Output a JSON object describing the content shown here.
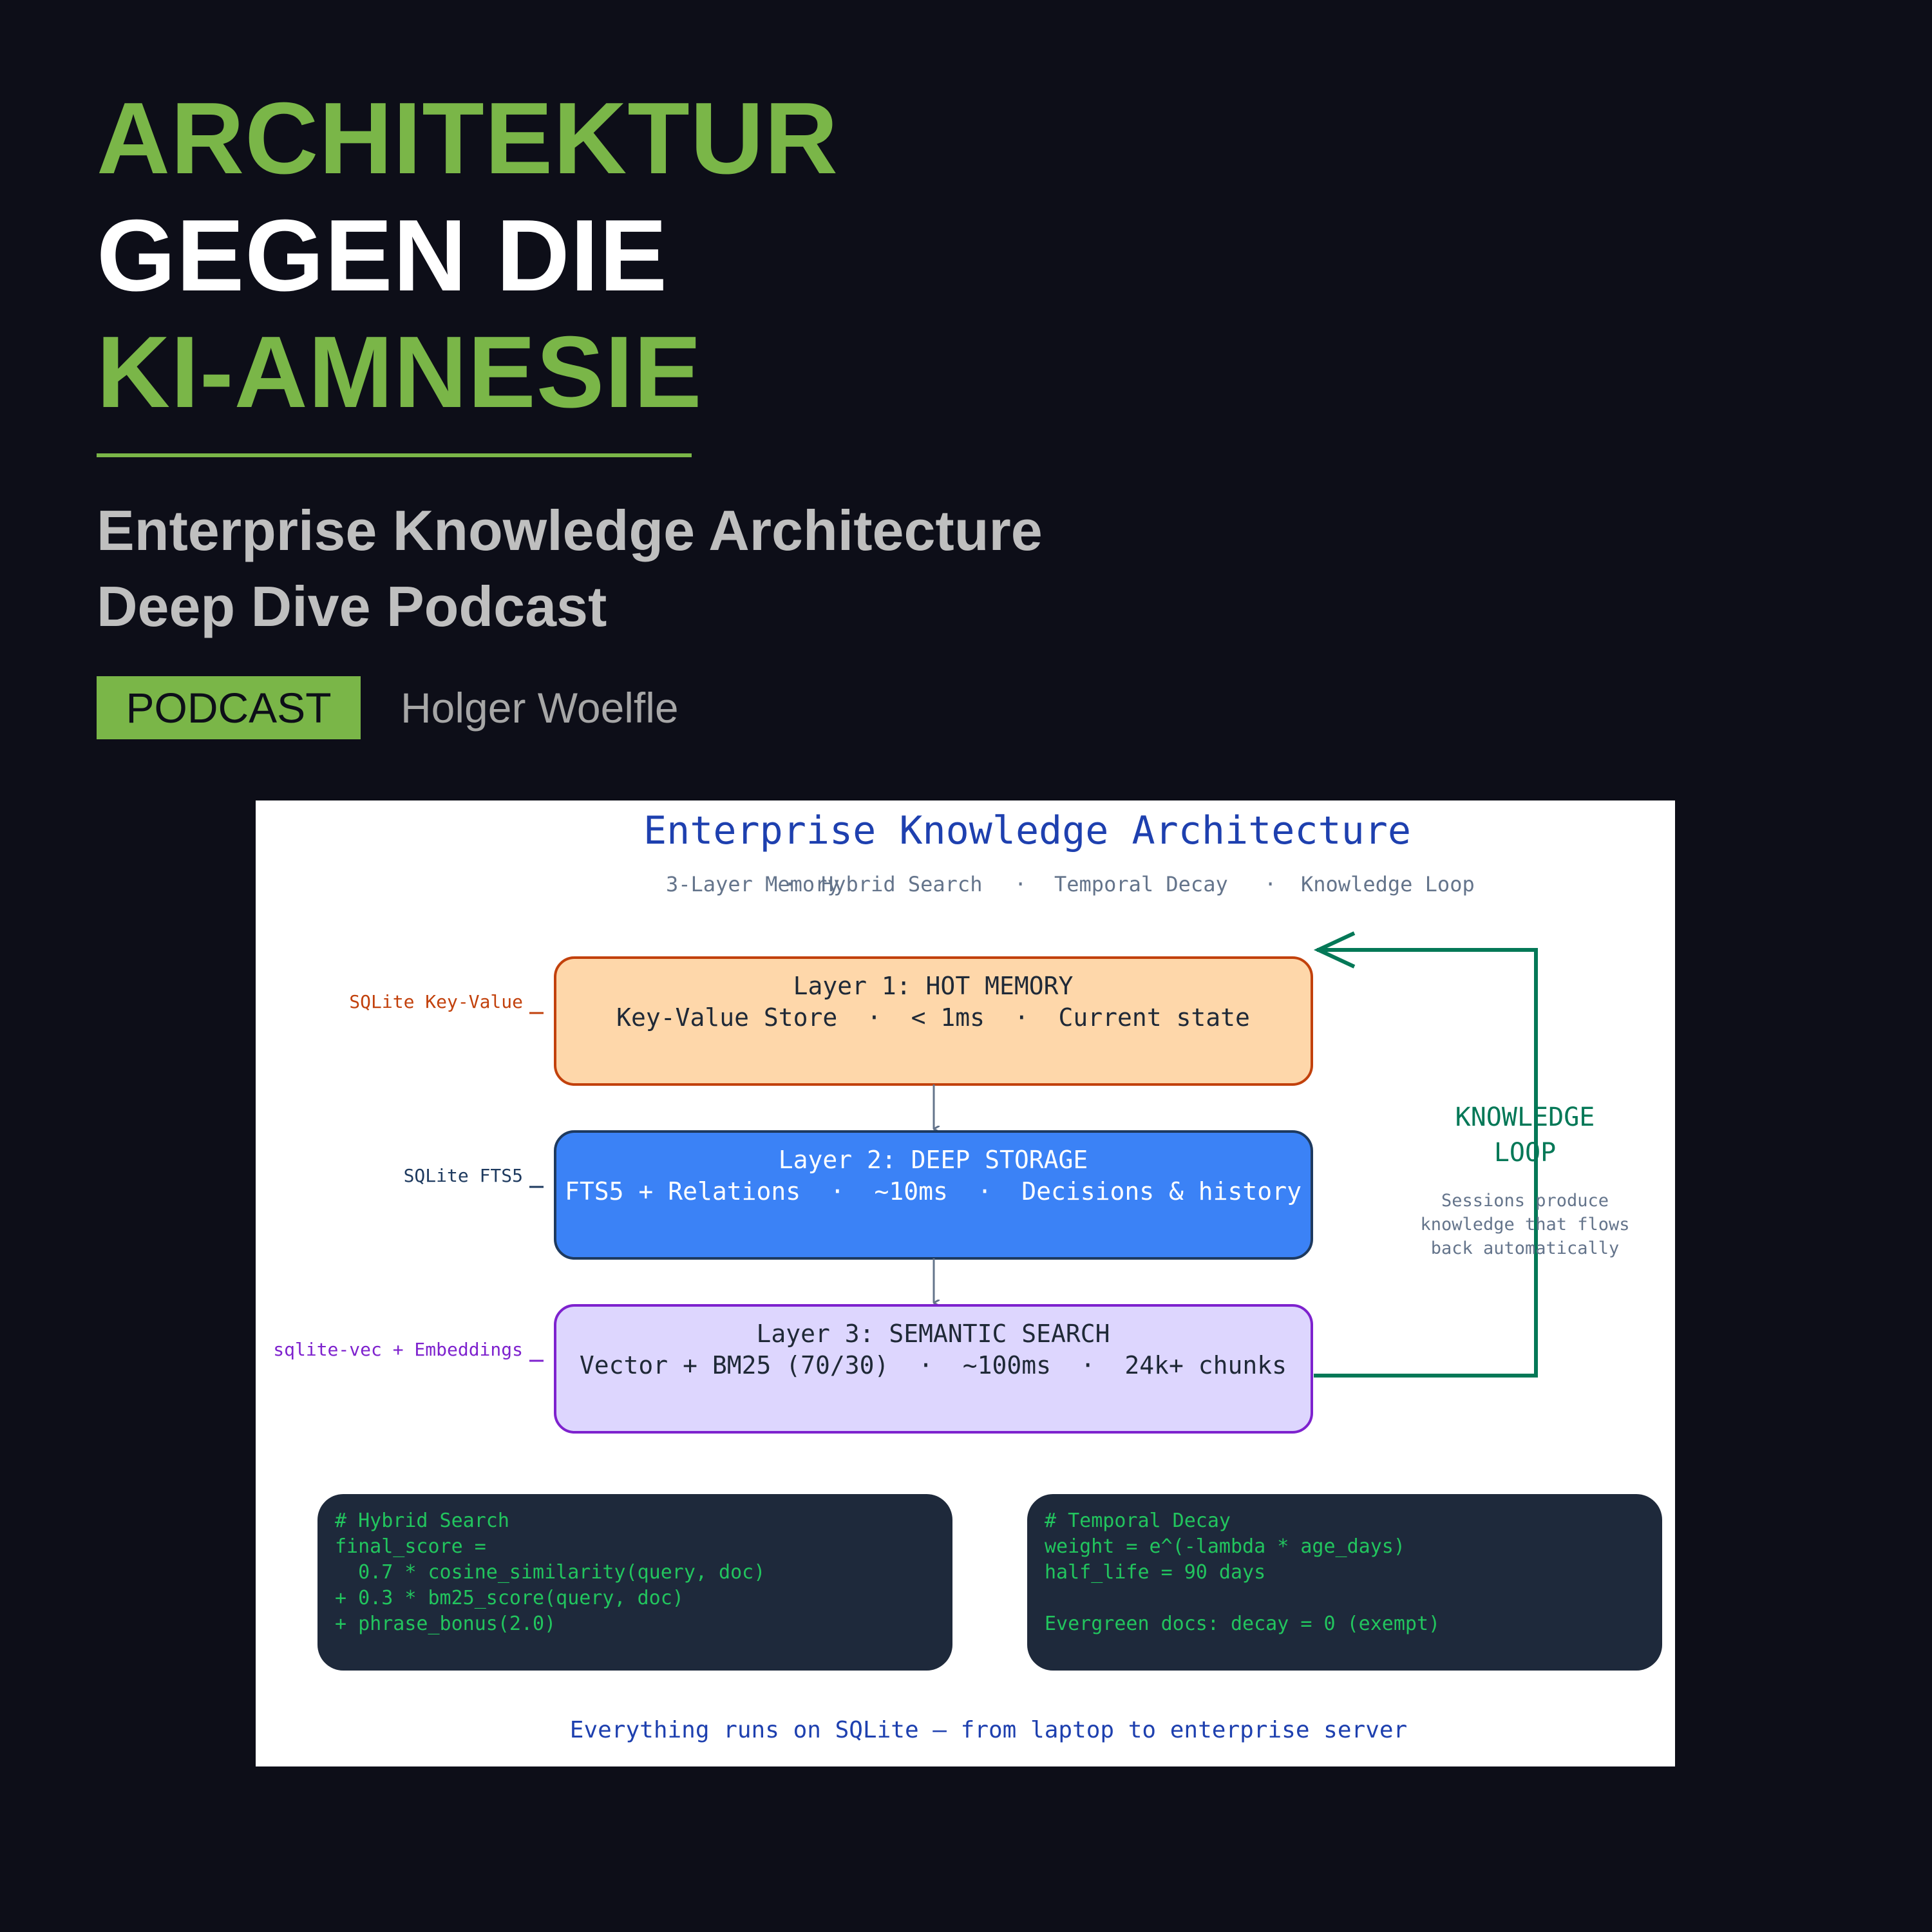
{
  "header": {
    "title_lines": [
      "ARCHITEKTUR",
      "GEGEN DIE",
      "KI-AMNESIE"
    ],
    "subtitle_lines": [
      "Enterprise Knowledge Architecture",
      "Deep Dive Podcast"
    ],
    "badge": "PODCAST",
    "author": "Holger Woelfle"
  },
  "diagram": {
    "title": "Enterprise Knowledge Architecture",
    "subtitle_items": [
      "3-Layer Memory",
      "Hybrid Search",
      "Temporal Decay",
      "Knowledge Loop"
    ],
    "separator": "·",
    "layers": [
      {
        "title": "Layer 1: HOT MEMORY",
        "detail": "Key-Value Store  ·  < 1ms  ·  Current state",
        "side_label": "SQLite Key-Value"
      },
      {
        "title": "Layer 2: DEEP STORAGE",
        "detail": "FTS5 + Relations  ·  ~10ms  ·  Decisions & history",
        "side_label": "SQLite FTS5"
      },
      {
        "title": "Layer 3: SEMANTIC SEARCH",
        "detail": "Vector + BM25 (70/30)  ·  ~100ms  ·  24k+ chunks",
        "side_label": "sqlite-vec + Embeddings"
      }
    ],
    "loop": {
      "title_lines": [
        "KNOWLEDGE",
        "LOOP"
      ],
      "desc_lines": [
        "Sessions produce",
        "knowledge that flows",
        "back automatically"
      ]
    },
    "code_boxes": [
      {
        "lines": [
          "# Hybrid Search",
          "final_score =",
          "  0.7 * cosine_similarity(query, doc)",
          "+ 0.3 * bm25_score(query, doc)",
          "+ phrase_bonus(2.0)"
        ]
      },
      {
        "lines": [
          "# Temporal Decay",
          "weight = e^(-lambda * age_days)",
          "half_life = 90 days",
          "",
          "Evergreen docs: decay = 0 (exempt)"
        ]
      }
    ],
    "footer": "Everything runs on SQLite — from laptop to enterprise server"
  },
  "colors": {
    "accent_green": "#7ab648",
    "background": "#0d0e18",
    "layer1_fill": "#fed7aa",
    "layer1_stroke": "#c2410c",
    "layer2_fill": "#3b82f6",
    "layer2_stroke": "#1e3a5f",
    "layer3_fill": "#ddd6fe",
    "layer3_stroke": "#7e22ce",
    "loop_green": "#047857",
    "diagram_title": "#1e40af",
    "code_bg": "#1e293b",
    "code_text": "#22c55e"
  }
}
